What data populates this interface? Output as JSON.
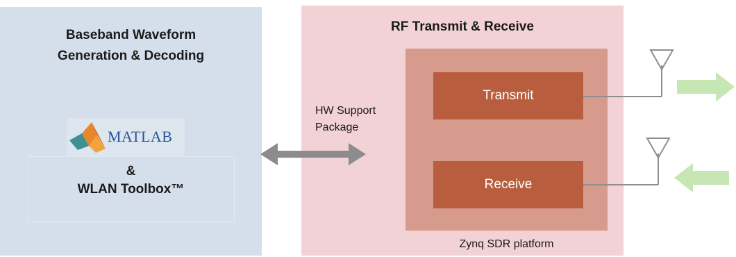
{
  "left_panel": {
    "title_line1": "Baseband Waveform",
    "title_line2": "Generation & Decoding",
    "matlab_logo_text": "MATLAB",
    "ampersand": "&",
    "toolbox": "WLAN Toolbox™"
  },
  "interface": {
    "label_line1": "HW Support",
    "label_line2": "Package"
  },
  "right_panel": {
    "title": "RF Transmit & Receive",
    "transmit": "Transmit",
    "receive": "Receive",
    "platform": "Zynq SDR platform"
  },
  "colors": {
    "left_panel_bg": "#d5dfec",
    "right_panel_bg": "#f2d2d4",
    "platform_bg": "#d79b8e",
    "block_bg": "#b85e3e",
    "arrow_gray": "#8c8c8c",
    "signal_arrow_green": "#c6e6b4"
  }
}
